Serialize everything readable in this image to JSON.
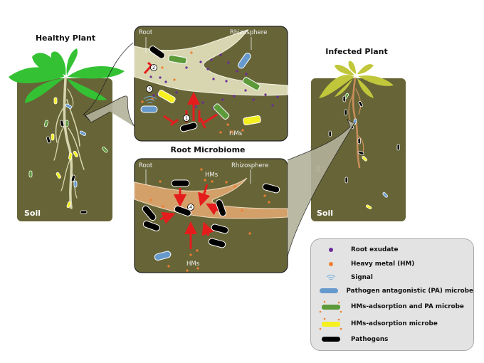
{
  "titles": {
    "healthy_plant": "Healthy Plant",
    "infected_plant": "Infected Plant",
    "root_microbiome": "Root Microbiome"
  },
  "soil_label": "Soil",
  "top_panel": {
    "root_label": "Root",
    "rhizosphere_label": "Rhizosphere",
    "hms_label": "HMs",
    "markers": [
      "1",
      "2",
      "3"
    ]
  },
  "bottom_panel": {
    "root_label": "Root",
    "rhizosphere_label": "Rhizosphere",
    "hms_label_top": "HMs",
    "hms_label_bottom": "HMs",
    "markers": [
      "4"
    ]
  },
  "legend": {
    "items": [
      {
        "label": "Root exudate",
        "icon": "purple-dot-icon",
        "color": "#6a2c9a"
      },
      {
        "label": "Heavy metal (HM)",
        "icon": "orange-dot-icon",
        "color": "#ef7f2f"
      },
      {
        "label": "Signal",
        "icon": "signal-icon",
        "color": "#6fa8dc"
      },
      {
        "label": "Pathogen antagonistic (PA) microbe",
        "icon": "blue-microbe-icon",
        "color": "#6699cc"
      },
      {
        "label": "HMs-adsorption and PA microbe",
        "icon": "green-microbe-icon",
        "color": "#5c9a3a"
      },
      {
        "label": "HMs-adsorption microbe",
        "icon": "yellow-microbe-icon",
        "color": "#f5f01e"
      },
      {
        "label": "Pathogens",
        "icon": "black-microbe-icon",
        "color": "#000000"
      }
    ]
  },
  "colors": {
    "soil": "#676537",
    "healthy_leaf": "#34c234",
    "infected_leaf": "#c1c73a",
    "healthy_root": "#d8d6b0",
    "infected_root": "#c98e5a",
    "inhibition_arrow": "#e51c1c"
  }
}
